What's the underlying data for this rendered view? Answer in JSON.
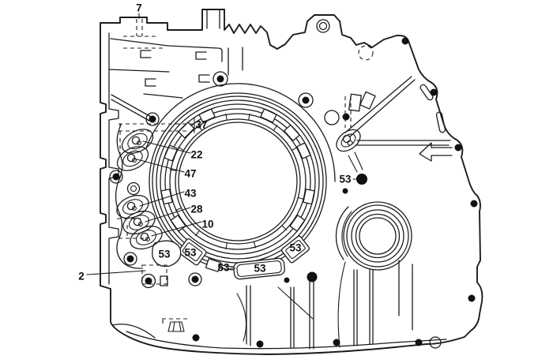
{
  "figure": {
    "kind": "technical-line-illustration",
    "subject": "transaxle-case-callout-diagram",
    "background_color": "#ffffff",
    "line_color": "#1c1c1c",
    "label_color": "#111111"
  },
  "callouts": [
    {
      "id": "callout-7",
      "text": "7"
    },
    {
      "id": "callout-37",
      "text": "37"
    },
    {
      "id": "callout-22",
      "text": "22"
    },
    {
      "id": "callout-47",
      "text": "47"
    },
    {
      "id": "callout-43",
      "text": "43"
    },
    {
      "id": "callout-28",
      "text": "28"
    },
    {
      "id": "callout-10",
      "text": "10"
    },
    {
      "id": "callout-53-right",
      "text": "53"
    },
    {
      "id": "callout-53-web-left",
      "text": "53"
    },
    {
      "id": "callout-53-pad-left",
      "text": "53"
    },
    {
      "id": "callout-53-link",
      "text": "53"
    },
    {
      "id": "callout-53-box",
      "text": "53"
    },
    {
      "id": "callout-53-pad-right",
      "text": "53"
    },
    {
      "id": "callout-2",
      "text": "2"
    }
  ]
}
